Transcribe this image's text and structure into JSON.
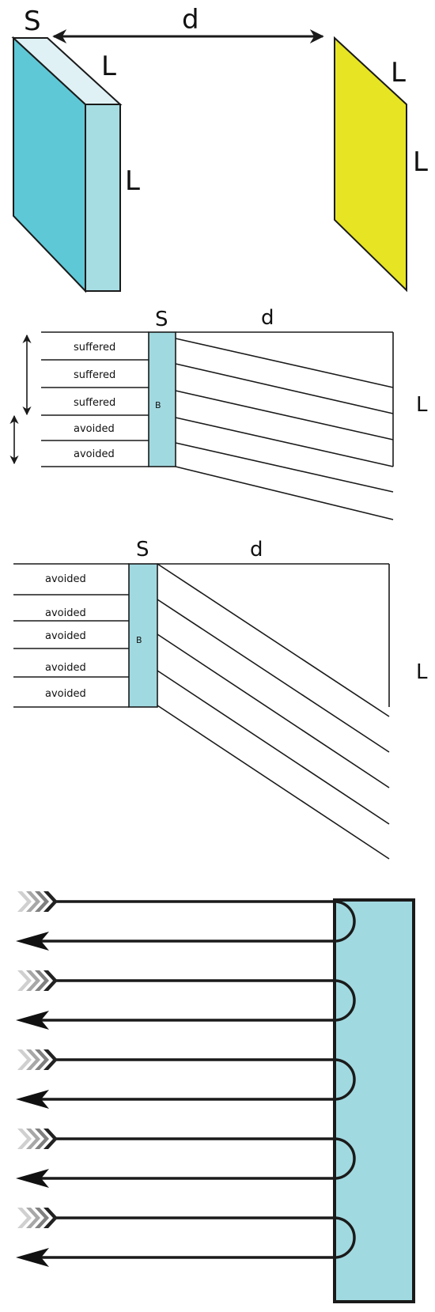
{
  "panel1": {
    "label_s": "S",
    "label_d": "d",
    "label_l_top": "L",
    "label_l_side": "L",
    "label_l_right_top": "L",
    "label_l_right_side": "L",
    "colors": {
      "shield_front": "#5ec8d6",
      "shield_top": "#dff1f5",
      "shield_side": "#a6dde3",
      "target": "#e6e423"
    }
  },
  "panel2": {
    "label_s": "S",
    "label_d": "d",
    "label_l": "L",
    "label_b": "B",
    "rows": [
      "suffered",
      "suffered",
      "suffered",
      "avoided",
      "avoided"
    ]
  },
  "panel3": {
    "label_s": "S",
    "label_d": "d",
    "label_l": "L",
    "label_b": "B",
    "rows": [
      "avoided",
      "avoided",
      "avoided",
      "avoided",
      "avoided"
    ]
  },
  "panel4": {
    "colors": {
      "wall": "#a1d9e0"
    },
    "rays": 5
  }
}
